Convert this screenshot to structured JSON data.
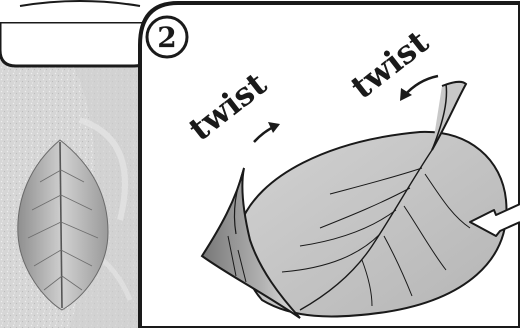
{
  "steps": [
    {
      "number": "2",
      "labels": [
        {
          "id": "left",
          "text": "twist"
        },
        {
          "id": "right",
          "text": "twist"
        }
      ]
    }
  ],
  "colors": {
    "ink": "#1a1a1a",
    "panel_fill": "#ffffff",
    "side_background": "#d9d9d9",
    "leaf_fill": "#c4c4c4",
    "leaf_shadow": "#a8a8a8"
  }
}
